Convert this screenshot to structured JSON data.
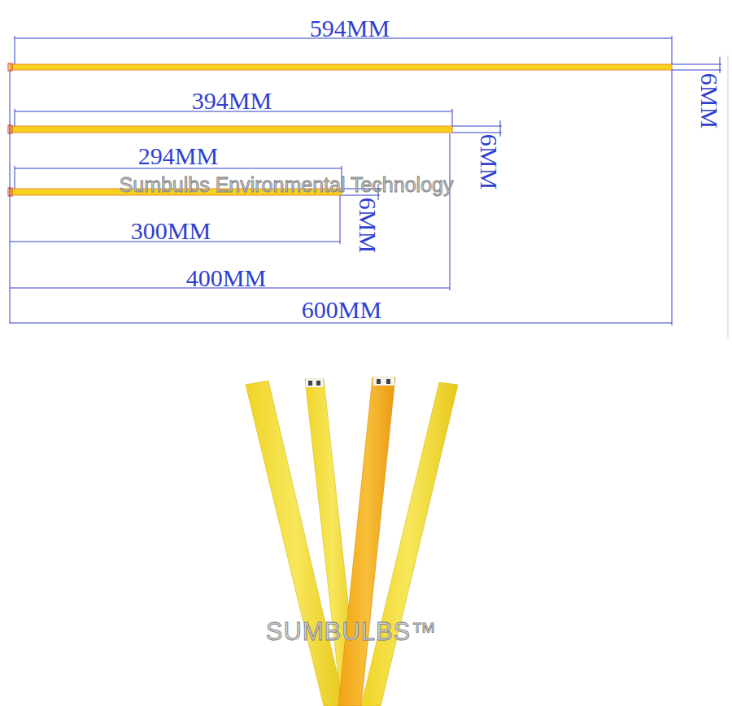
{
  "diagram": {
    "labels": [
      "594MM",
      "394MM",
      "294MM",
      "6MM",
      "6MM",
      "Sumbulbs Environmental Technology",
      "6MM",
      "300MM",
      "400MM",
      "600MM",
      "SUMBULBS™"
    ]
  }
}
